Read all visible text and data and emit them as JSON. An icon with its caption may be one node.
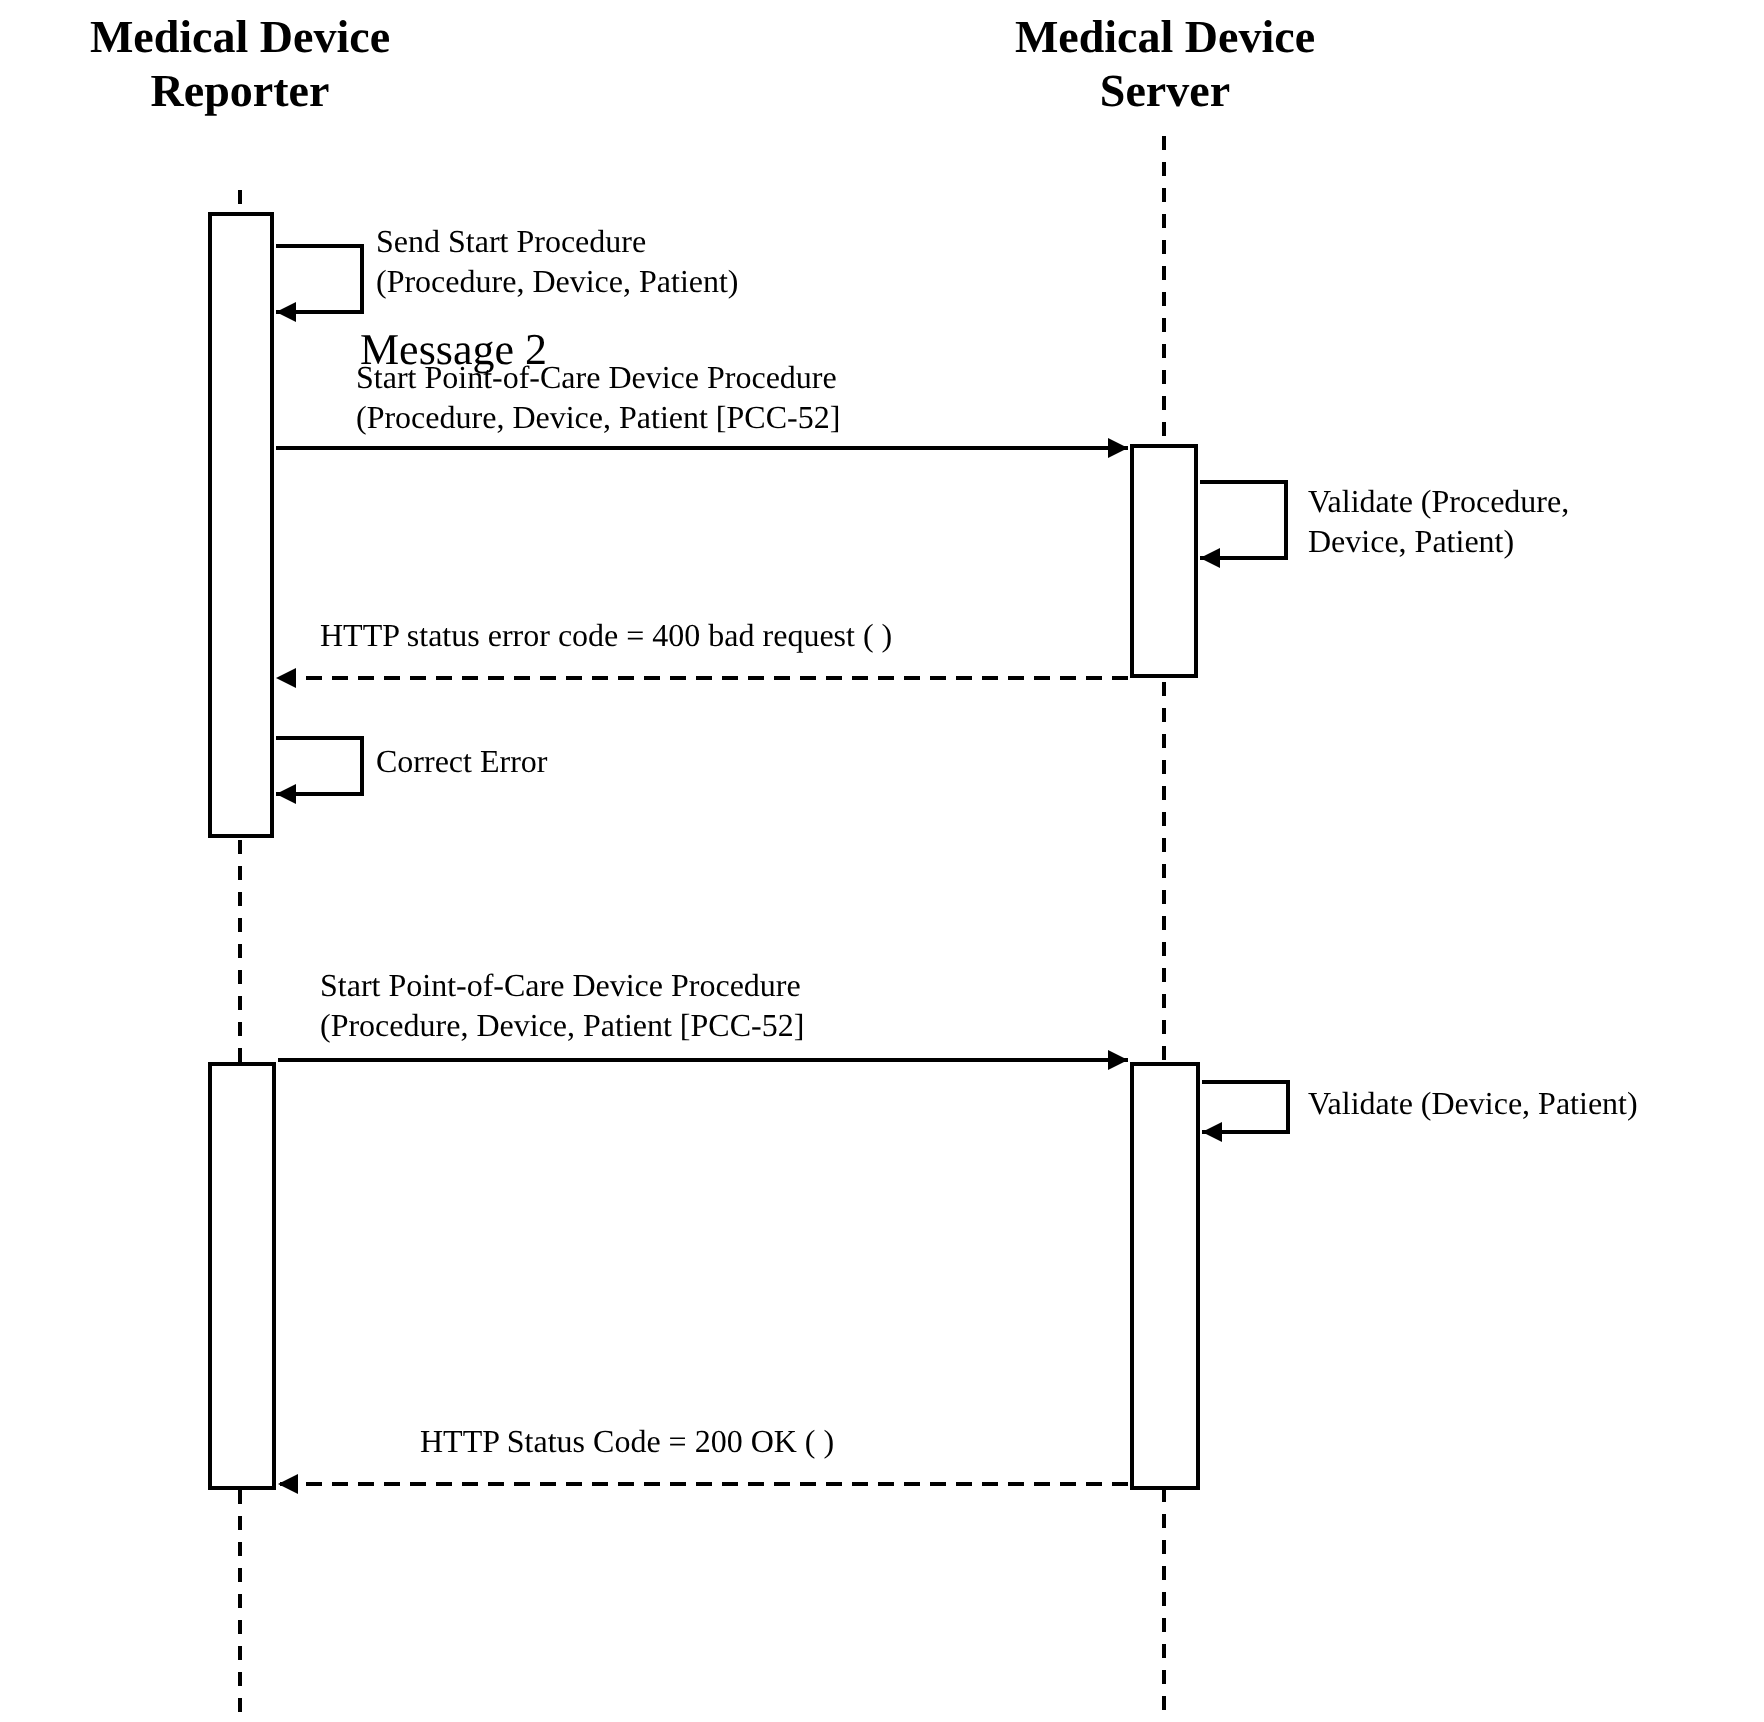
{
  "diagram": {
    "nodes": [
      {
        "text": [
          "Medical Device Reporter"
        ]
      },
      {
        "text": [
          "Medical Device Server"
        ]
      },
      {
        "text": [],
        "shape": "bar"
      },
      {
        "text": [],
        "shape": "bar"
      },
      {
        "text": [],
        "shape": "bar"
      },
      {
        "text": [],
        "shape": "bar"
      }
    ],
    "edges": [
      {
        "from": 2,
        "to": 2,
        "arrow": "to",
        "label": "Send Start Procedure (Procedure, Device, Patient)"
      },
      {
        "from": 2,
        "to": 3,
        "arrow": "to",
        "label": "Start Point-of-Care Device Procedure (Procedure, Device, Patient [PCC-52]"
      },
      {
        "from": 3,
        "to": 3,
        "arrow": "to",
        "label": "Validate (Procedure, Device, Patient)"
      },
      {
        "from": 3,
        "to": 2,
        "arrow": "to",
        "label": "HTTP status error code = 400 bad request ( )",
        "style": "dashed"
      },
      {
        "from": 2,
        "to": 2,
        "arrow": "to",
        "label": "Correct Error"
      },
      {
        "from": 4,
        "to": 5,
        "arrow": "to",
        "label": "Start Point-of-Care Device Procedure (Procedure, Device, Patient [PCC-52]"
      },
      {
        "from": 5,
        "to": 5,
        "arrow": "to",
        "label": "Validate (Device, Patient)"
      },
      {
        "from": 5,
        "to": 4,
        "arrow": "to",
        "label": "HTTP Status Code = 200 OK ( )",
        "style": "dashed"
      }
    ],
    "labels": [
      "Message 2"
    ]
  }
}
